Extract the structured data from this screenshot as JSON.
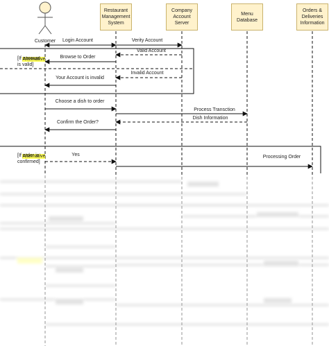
{
  "participants": [
    {
      "id": "customer",
      "label": "Customer",
      "type": "actor"
    },
    {
      "id": "rms",
      "label": "Restaurant\nManagement\nSystem",
      "type": "box"
    },
    {
      "id": "cas",
      "label": "Company\nAccount\nServer",
      "type": "box"
    },
    {
      "id": "menu",
      "label": "Menu\nDatabase",
      "type": "box"
    },
    {
      "id": "odi",
      "label": "Orders &\nDeliveries\nInformation",
      "type": "box"
    }
  ],
  "messages": [
    {
      "label": "Login Account",
      "from": "customer",
      "to": "rms",
      "style": "solid",
      "bidirectional": true
    },
    {
      "label": "Verity Account",
      "from": "rms",
      "to": "cas",
      "style": "solid"
    },
    {
      "label": "Valid Account",
      "from": "cas",
      "to": "rms",
      "style": "dashed"
    },
    {
      "label": "Browse to Order",
      "from": "rms",
      "to": "customer",
      "style": "solid"
    },
    {
      "label": "Invalid Account",
      "from": "cas",
      "to": "rms",
      "style": "dashed"
    },
    {
      "label": "Your Account is invalid",
      "from": "rms",
      "to": "customer",
      "style": "solid"
    },
    {
      "label": "Choose a dish to order",
      "from": "customer",
      "to": "rms",
      "style": "solid"
    },
    {
      "label": "Process Transction",
      "from": "rms",
      "to": "menu",
      "style": "solid"
    },
    {
      "label": "Dish Information",
      "from": "menu",
      "to": "rms",
      "style": "dashed"
    },
    {
      "label": "Confirm the Order?",
      "from": "rms",
      "to": "customer",
      "style": "solid"
    },
    {
      "label": "Yes",
      "from": "customer",
      "to": "rms",
      "style": "dashed"
    },
    {
      "label": "Processing Order",
      "from": "rms",
      "to": "odi",
      "style": "solid"
    }
  ],
  "fragments": [
    {
      "keyword": "Alternative",
      "guard": "[If account\nis valid]"
    },
    {
      "keyword": "Alternative",
      "guard": "[If order is\nconfirmed]"
    }
  ]
}
